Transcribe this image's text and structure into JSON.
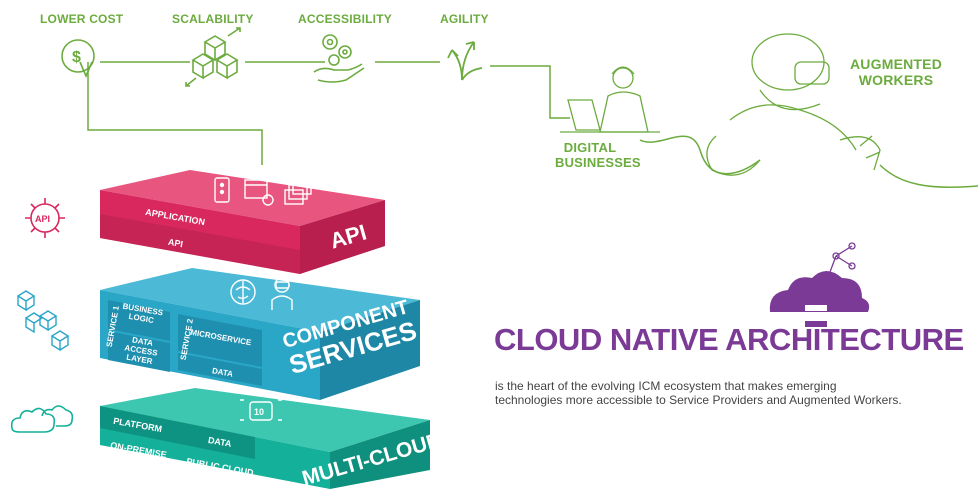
{
  "benefits": [
    {
      "label": "LOWER COST",
      "icon": "dollar-down-icon"
    },
    {
      "label": "SCALABILITY",
      "icon": "cubes-icon"
    },
    {
      "label": "ACCESSIBILITY",
      "icon": "gears-hand-icon"
    },
    {
      "label": "AGILITY",
      "icon": "branching-arrows-icon"
    }
  ],
  "outcomes": {
    "digital_line1": "DIGITAL",
    "digital_line2": "BUSINESSES",
    "augmented_line1": "AUGMENTED",
    "augmented_line2": "WORKERS"
  },
  "layers": {
    "api": {
      "title": "API",
      "sub1": "APPLICATION",
      "sub2": "API",
      "color": "#d9285e",
      "side_icon": "api-gear-icon"
    },
    "component": {
      "title_line1": "COMPONENT",
      "title_line2": "SERVICES",
      "service1": "SERVICE 1",
      "service2": "SERVICE 2",
      "business_logic": "BUSINESS LOGIC",
      "data_access": "DATA ACCESS LAYER",
      "microservice": "MICROSERVICE",
      "data": "DATA",
      "color": "#2aa6c7",
      "side_icon": "cubes-network-icon"
    },
    "multicloud": {
      "title": "MULTI-CLOUD",
      "platform": "PLATFORM",
      "data": "DATA",
      "on_premise": "ON-PREMISE",
      "public_cloud": "PUBLIC CLOUD",
      "color": "#14b09a",
      "side_icon": "clouds-icon"
    }
  },
  "headline": {
    "title": "CLOUD NATIVE ARCHITECTURE",
    "line1": "is the heart of the evolving ICM ecosystem that makes emerging",
    "line2": "technologies more accessible to Service Providers and Augmented Workers.",
    "icon": "cloud-network-icon"
  },
  "colors": {
    "green": "#6cab3e",
    "purple": "#7b3a96"
  }
}
